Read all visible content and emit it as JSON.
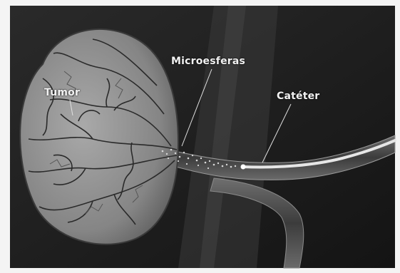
{
  "labels": {
    "tumor": "Tumor",
    "microspheres": "Microesferas",
    "catheter": "Catéter"
  }
}
